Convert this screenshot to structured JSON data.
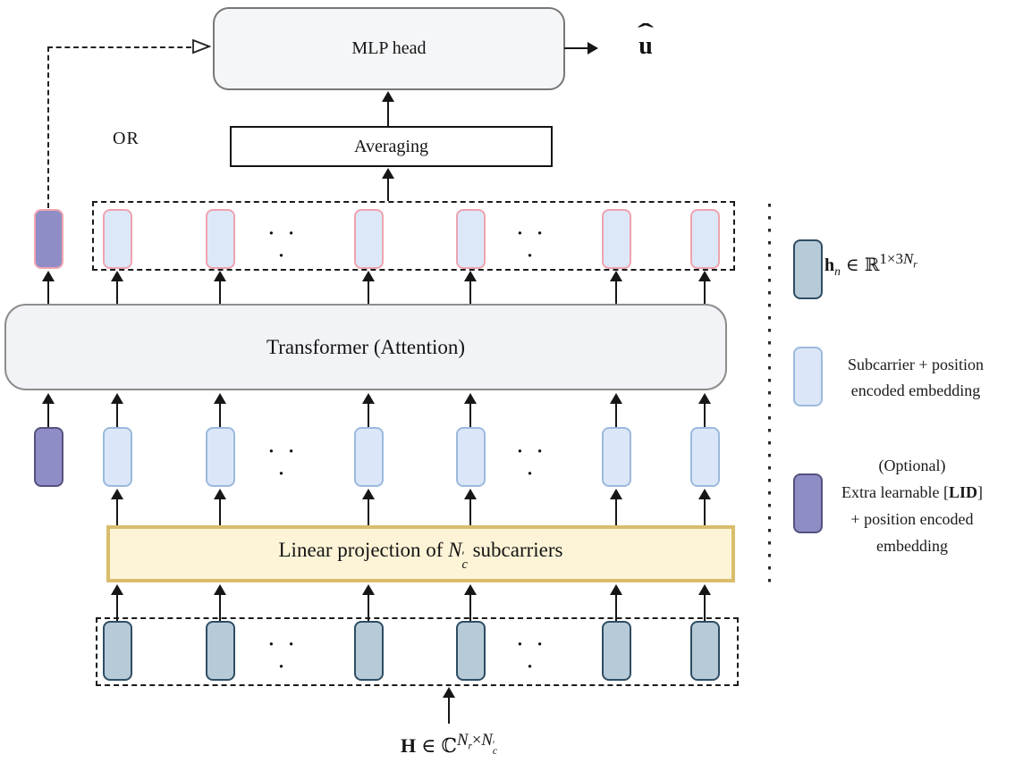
{
  "blocks": {
    "mlp_head": "MLP head",
    "averaging": "Averaging",
    "or_label": "OR",
    "transformer": "Transformer (Attention)",
    "linear_projection": {
      "pre": "Linear projection of ",
      "var": "N",
      "prime": "′",
      "sub": "c",
      "post": " subcarriers"
    }
  },
  "output": {
    "letter": "u",
    "hat": "ˆ"
  },
  "ellipsis": "· · ·",
  "input_equation": {
    "matrix": "H",
    "element_of": "∈",
    "set": "ℂ",
    "sup_var1": "N",
    "sup_sub1": "r",
    "times": "×",
    "sup_var2": "N",
    "sup_prime": "′",
    "sup_sub2": "c"
  },
  "legend": {
    "item_gray": {
      "vec": "h",
      "sub": "n",
      "element_of": "∈",
      "set": "ℝ",
      "exp_pre": "1×3",
      "exp_var": "N",
      "exp_sub": "r"
    },
    "item_blue": {
      "line1": "Subcarrier + position",
      "line2": "encoded embedding"
    },
    "item_purple": {
      "line1": "(Optional)",
      "line2_pre": "Extra learnable [",
      "line2_bold": "LID",
      "line2_post": "]",
      "line3": "+ position encoded",
      "line4": "embedding"
    }
  },
  "colors": {
    "token_blue": "#dbe7f8",
    "token_blue_border": "#9cb9dd",
    "token_pink_border": "#efa3b0",
    "token_purple": "#8f8dc5",
    "token_purple_border": "#55517e",
    "token_gray": "#b7cad7",
    "token_gray_border": "#2e4d63",
    "projection_bg": "#fdf4d7",
    "projection_border": "#d9bd6c",
    "module_bg": "#f2f3f6",
    "module_border": "#8d8d8d"
  }
}
